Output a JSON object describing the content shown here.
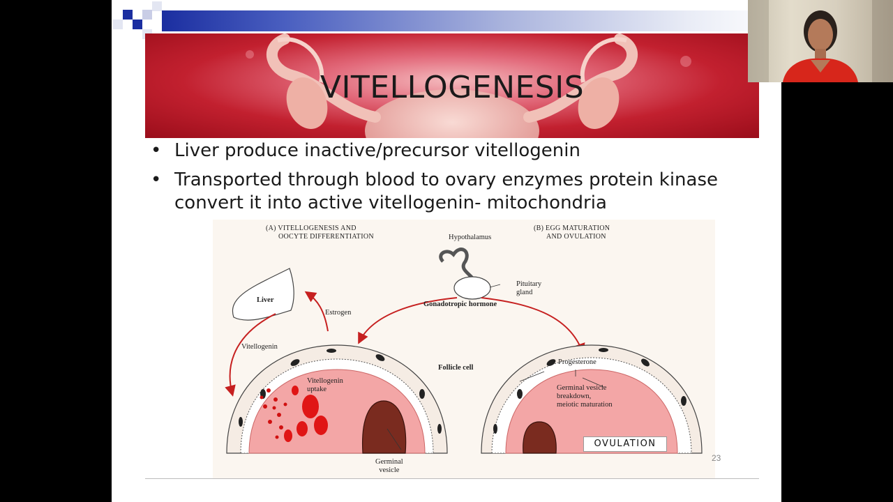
{
  "slide": {
    "title": "VITELLOGENESIS",
    "bullets": [
      "Liver produce inactive/precursor vitellogenin",
      "Transported through blood to ovary enzymes protein kinase convert it into active vitellogenin- mitochondria"
    ],
    "bullet_char": "•",
    "page_number": "23",
    "colors": {
      "banner_red": "#c2202f",
      "title_bar_blue": "#1b2ea0",
      "oocyte_pink": "#f3a6a6"
    }
  },
  "figure": {
    "panel_a_title": [
      "(A) VITELLOGENESIS AND",
      "OOCYTE DIFFERENTIATION"
    ],
    "panel_b_title": [
      "(B) EGG MATURATION",
      "AND OVULATION"
    ],
    "labels": {
      "hypothalamus": "Hypothalamus",
      "pituitary": [
        "Pituitary",
        "gland"
      ],
      "gonadotropic": "Gonadotropic hormone",
      "liver": "Liver",
      "estrogen": "Estrogen",
      "vitellogenin": "Vitellogenin",
      "uptake": [
        "Vitellogenin",
        "uptake"
      ],
      "follicle_cell": "Follicle cell",
      "progesterone": "Progesterone",
      "gv_breakdown": [
        "Germinal vesicle",
        "breakdown,",
        "meiotic maturation"
      ],
      "germinal_vesicle": [
        "Germinal",
        "vesicle"
      ],
      "ovulation": "OVULATION"
    }
  },
  "webcam": {
    "icon": "presenter-video-feed"
  }
}
